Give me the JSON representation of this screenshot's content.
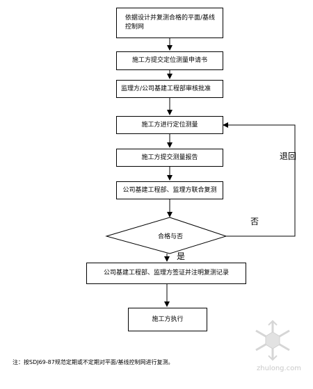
{
  "flowchart": {
    "steps": [
      "依据设计并复测合格的平面/基线控制网",
      "施工方提交定位测量申请书",
      "监理方/公司基建工程部审核批准",
      "施工方进行定位测量",
      "施工方提交测量报告",
      "公司基建工程部、监理方联合复测",
      "合格与否",
      "公司基建工程部、监理方签证并注明复测记录",
      "施工方执行"
    ],
    "labels": {
      "return": "退回",
      "no": "否",
      "yes": "是"
    }
  },
  "footer": {
    "note": "注：按SDJ69-87规范定期或不定期对平面/基线控制网进行复测。"
  },
  "watermark": {
    "text": "zhulong.com",
    "icon": "snowflake-logo-icon"
  }
}
